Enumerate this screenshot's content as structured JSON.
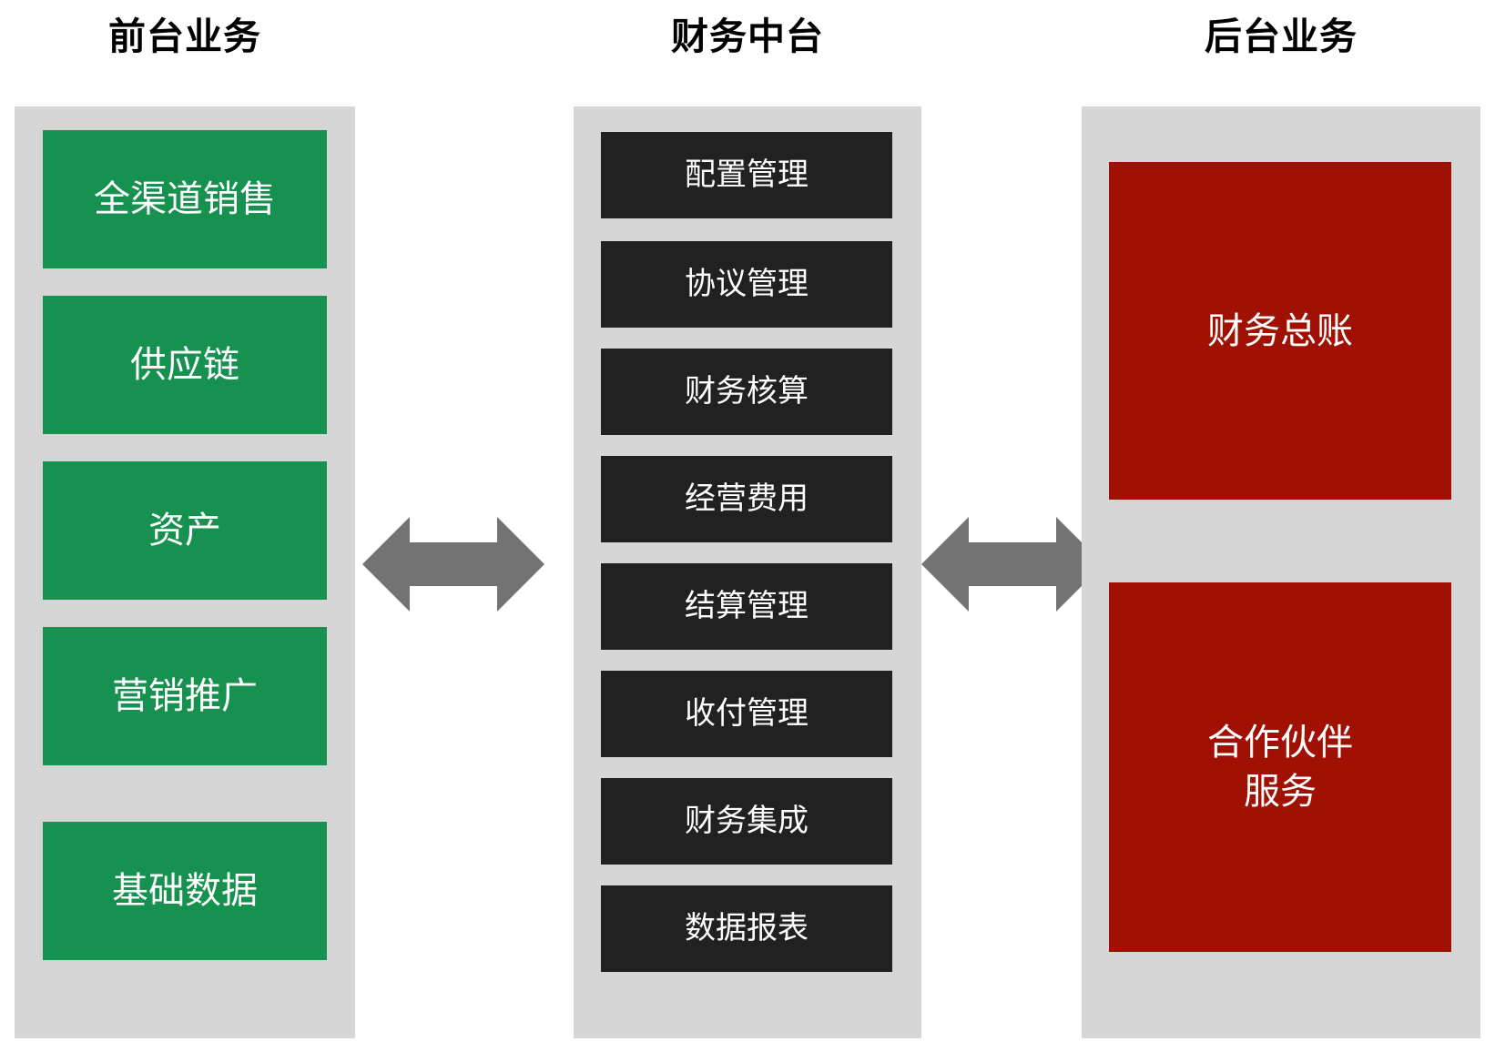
{
  "diagram": {
    "title_front": "前台业务",
    "title_middle": "财务中台",
    "title_back": "后台业务",
    "colors": {
      "panel_background": "#d6d6d6",
      "front_box": "#16914f",
      "middle_box": "#212121",
      "back_box": "#a01003",
      "arrow": "#737373",
      "header_text": "#000000",
      "box_text": "#ffffff",
      "page_background": "#ffffff"
    }
  },
  "front_column": {
    "header": "前台业务",
    "items": [
      {
        "label": "全渠道销售"
      },
      {
        "label": "供应链"
      },
      {
        "label": "资产"
      },
      {
        "label": "营销推广"
      },
      {
        "label": "基础数据"
      }
    ]
  },
  "middle_column": {
    "header": "财务中台",
    "items": [
      {
        "label": "配置管理"
      },
      {
        "label": "协议管理"
      },
      {
        "label": "财务核算"
      },
      {
        "label": "经营费用"
      },
      {
        "label": "结算管理"
      },
      {
        "label": "收付管理"
      },
      {
        "label": "财务集成"
      },
      {
        "label": "数据报表"
      }
    ]
  },
  "back_column": {
    "header": "后台业务",
    "items": [
      {
        "label": "财务总账"
      },
      {
        "label": "合作伙伴\n服务"
      }
    ]
  },
  "connectors": [
    {
      "name": "front-to-middle",
      "icon": "double-arrow-horizontal-icon"
    },
    {
      "name": "middle-to-back",
      "icon": "double-arrow-horizontal-icon"
    }
  ]
}
